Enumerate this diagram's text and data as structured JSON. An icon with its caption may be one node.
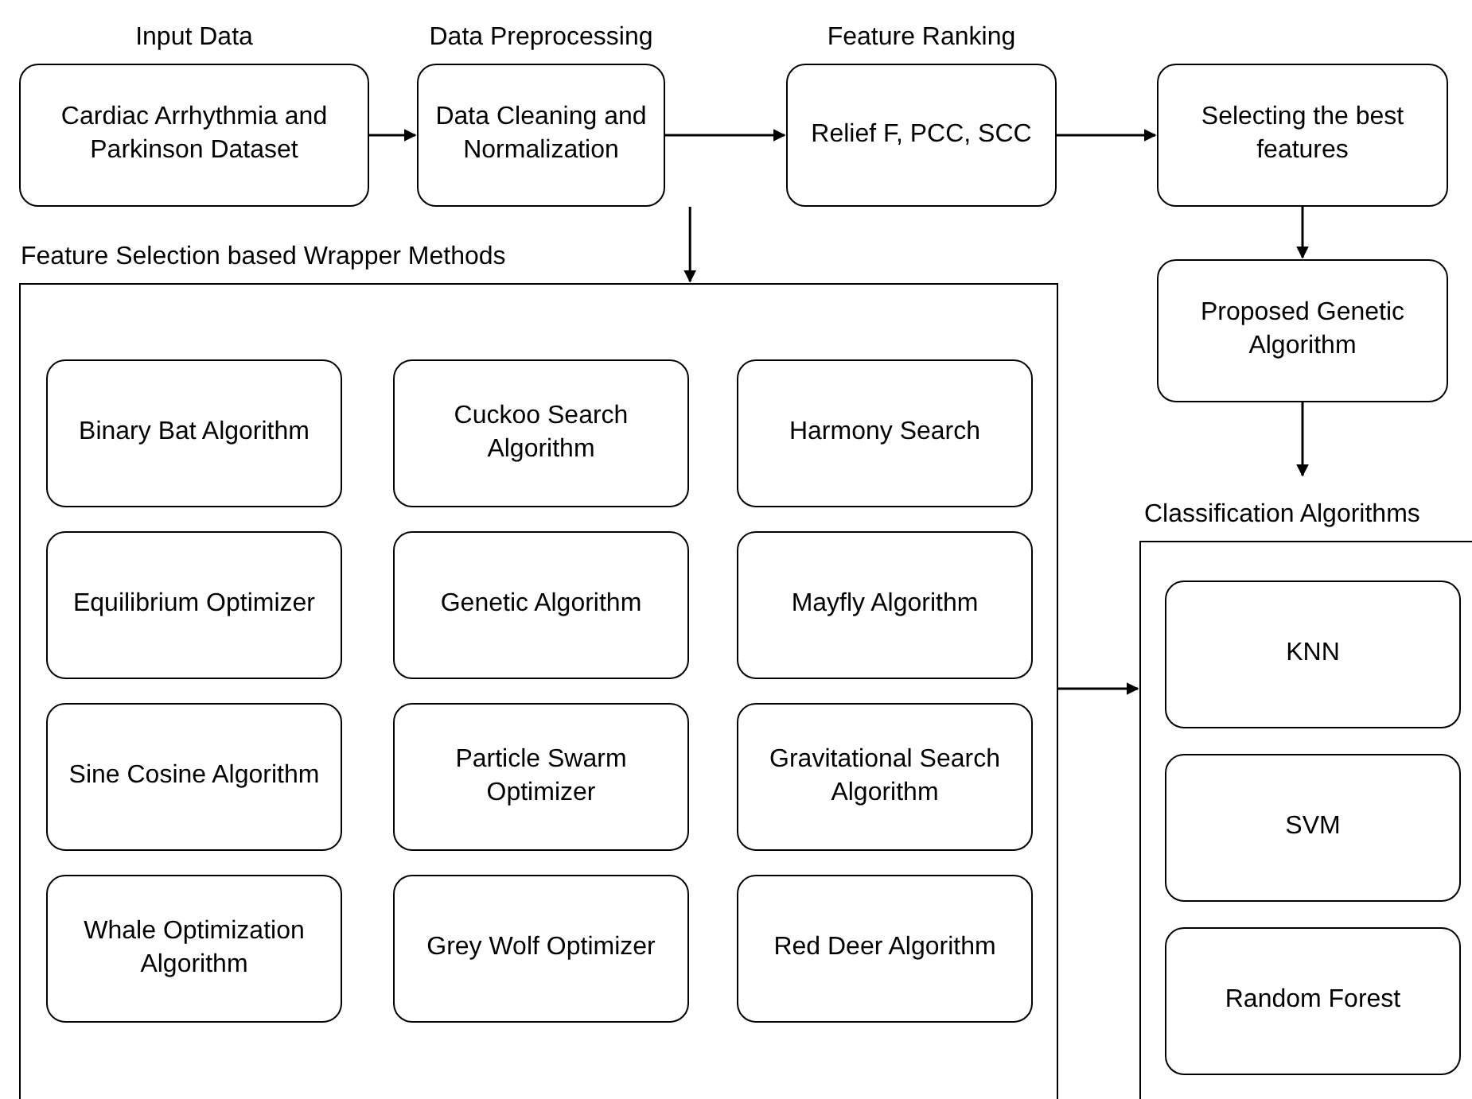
{
  "diagram": {
    "nodes": [
      {
        "text": [
          "Input Data",
          "Cardiac Arrhythmia and Parkinson Dataset"
        ]
      },
      {
        "text": [
          "Data Preprocessing",
          "Data Cleaning and Normalization"
        ]
      },
      {
        "text": [
          "Feature Ranking",
          "Relief F, PCC, SCC"
        ]
      },
      {
        "text": [
          "Selecting the best features"
        ]
      },
      {
        "text": [
          "Feature Selection based Wrapper Methods"
        ]
      },
      {
        "text": [
          "Binary Bat Algorithm"
        ],
        "in": 4
      },
      {
        "text": [
          "Cuckoo Search Algorithm"
        ],
        "in": 4
      },
      {
        "text": [
          "Harmony Search"
        ],
        "in": 4
      },
      {
        "text": [
          "Equilibrium Optimizer"
        ],
        "in": 4
      },
      {
        "text": [
          "Genetic Algorithm"
        ],
        "in": 4
      },
      {
        "text": [
          "Mayfly Algorithm"
        ],
        "in": 4
      },
      {
        "text": [
          "Sine Cosine Algorithm"
        ],
        "in": 4
      },
      {
        "text": [
          "Particle Swarm Optimizer"
        ],
        "in": 4
      },
      {
        "text": [
          "Gravitational Search Algorithm"
        ],
        "in": 4
      },
      {
        "text": [
          "Whale Optimization Algorithm"
        ],
        "in": 4
      },
      {
        "text": [
          "Grey Wolf Optimizer"
        ],
        "in": 4
      },
      {
        "text": [
          "Red Deer Algorithm"
        ],
        "in": 4
      },
      {
        "text": [
          "Proposed Genetic Algorithm"
        ]
      },
      {
        "text": [
          "Classification Algorithms"
        ]
      },
      {
        "text": [
          "KNN"
        ],
        "in": 18
      },
      {
        "text": [
          "SVM"
        ],
        "in": 18
      },
      {
        "text": [
          "Random Forest"
        ],
        "in": 18
      }
    ],
    "edges": [
      {
        "from": 0,
        "to": 1,
        "arrow": "to"
      },
      {
        "from": 1,
        "to": 2,
        "arrow": "to"
      },
      {
        "from": 2,
        "to": 3,
        "arrow": "to"
      },
      {
        "from": 1,
        "to": 4,
        "arrow": "to"
      },
      {
        "from": 3,
        "to": 17,
        "arrow": "to"
      },
      {
        "from": 17,
        "to": 18,
        "arrow": "to"
      },
      {
        "from": 4,
        "to": 18,
        "arrow": "to"
      }
    ]
  }
}
